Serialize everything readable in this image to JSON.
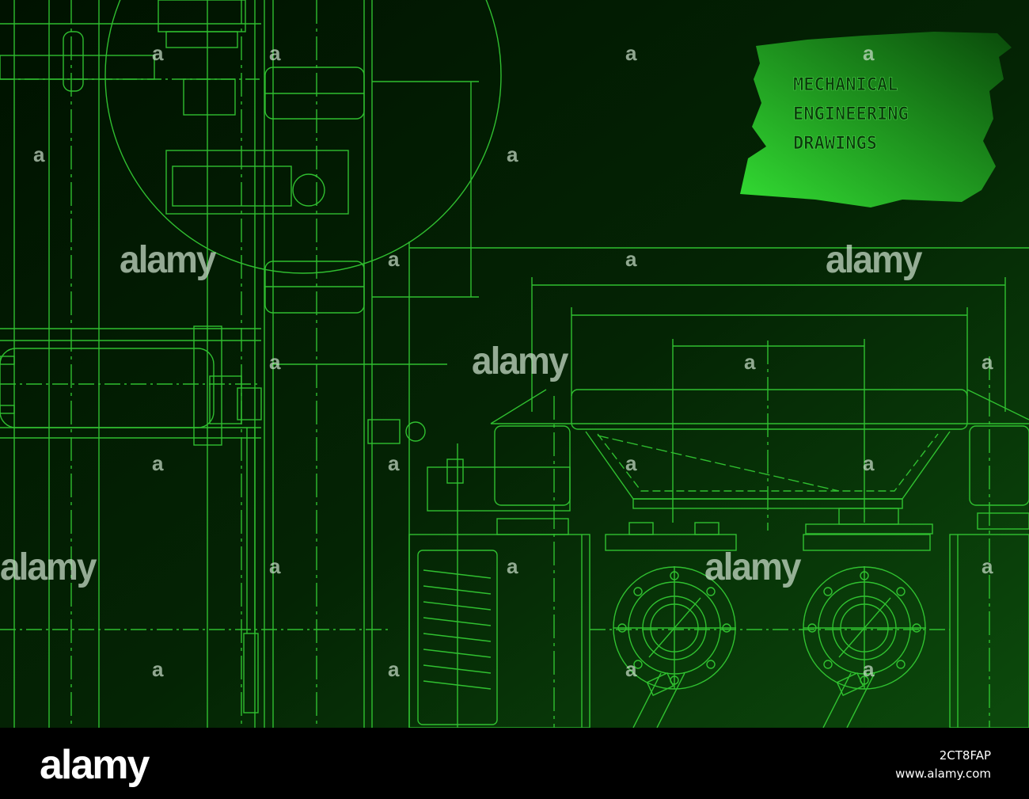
{
  "title_block": {
    "line1": "MECHANICAL",
    "line2": "ENGINEERING",
    "line3": "DRAWINGS"
  },
  "watermark": {
    "brand": "alamy",
    "letter": "a"
  },
  "footer": {
    "logo": "alamy",
    "image_id": "2CT8FAP",
    "url": "www.alamy.com"
  },
  "colors": {
    "background_dark": "#001000",
    "background_light": "#0a3a0a",
    "line": "#3ddc3d",
    "title_fill": "#22cc22"
  }
}
